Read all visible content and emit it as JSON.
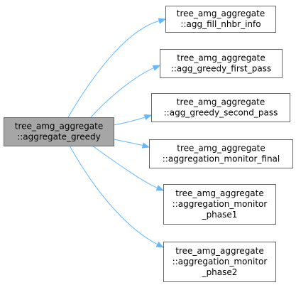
{
  "colors": {
    "edge": "#63b8ff",
    "root_fill": "#a6a6a6",
    "node_fill": "#ffffff",
    "border": "#666666"
  },
  "nodes": {
    "root": {
      "lines": [
        "tree_amg_aggregate",
        "::aggregate_greedy"
      ]
    },
    "callees": [
      {
        "lines": [
          "tree_amg_aggregate",
          "::agg_fill_nhbr_info"
        ]
      },
      {
        "lines": [
          "tree_amg_aggregate",
          "::agg_greedy_first_pass"
        ]
      },
      {
        "lines": [
          "tree_amg_aggregate",
          "::agg_greedy_second_pass"
        ]
      },
      {
        "lines": [
          "tree_amg_aggregate",
          "::aggregation_monitor_final"
        ]
      },
      {
        "lines": [
          "tree_amg_aggregate",
          "::aggregation_monitor",
          "_phase1"
        ]
      },
      {
        "lines": [
          "tree_amg_aggregate",
          "::aggregation_monitor",
          "_phase2"
        ]
      }
    ]
  }
}
